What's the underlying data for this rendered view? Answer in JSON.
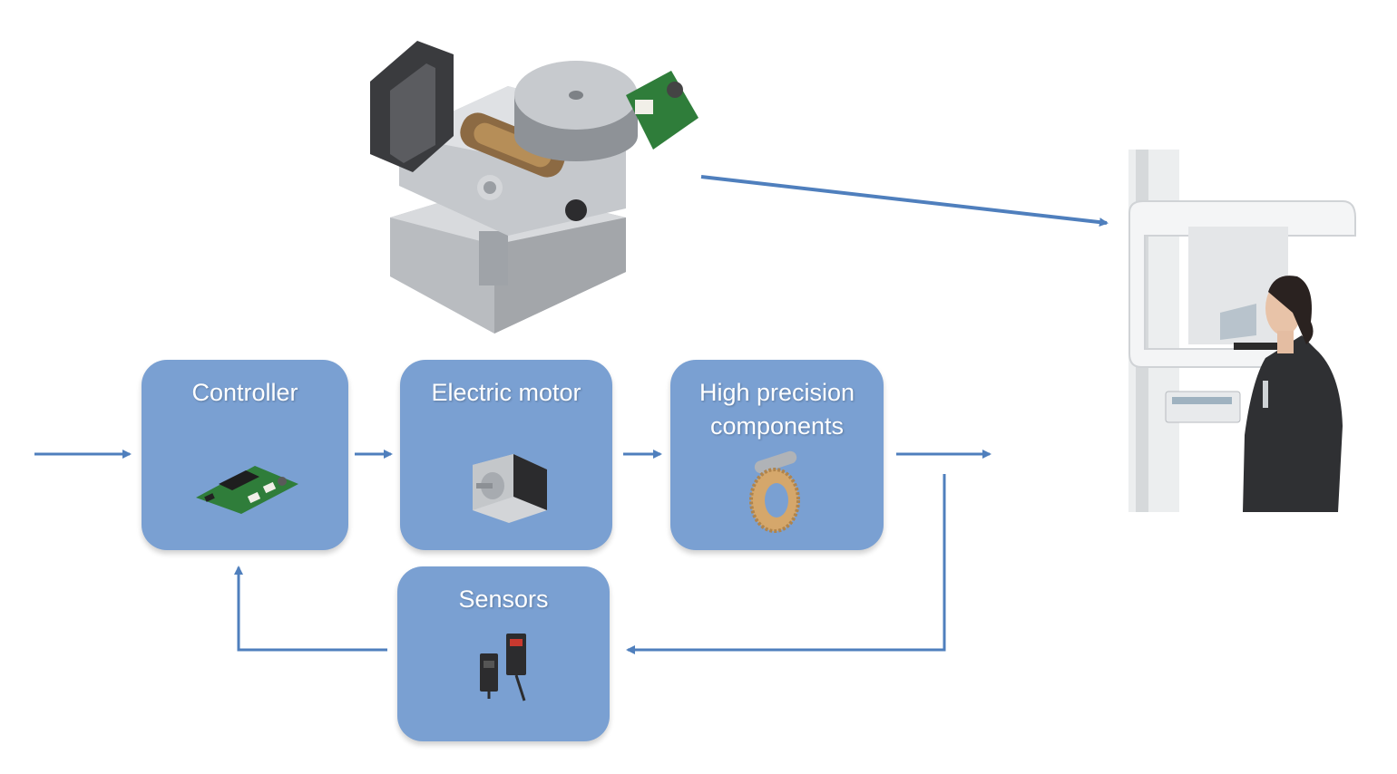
{
  "diagram": {
    "blocks": {
      "controller": {
        "label": "Controller",
        "icon": "circuit-board-icon"
      },
      "motor": {
        "label": "Electric motor",
        "icon": "stepper-motor-icon"
      },
      "precision": {
        "label_line1": "High precision",
        "label_line2": "components",
        "icon": "worm-gear-icon"
      },
      "sensors": {
        "label": "Sensors",
        "icon": "photoelectric-sensor-icon"
      }
    },
    "images": {
      "actuator": "rotary-actuator-assembly-image",
      "application": "dental-xray-machine-with-patient-image"
    },
    "colors": {
      "block_fill": "#7aa0d2",
      "arrow": "#4f7fbd",
      "block_text": "#ffffff"
    }
  }
}
